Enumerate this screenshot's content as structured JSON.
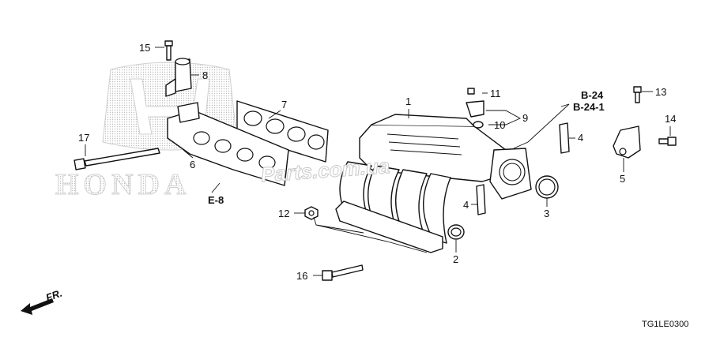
{
  "watermark": {
    "brand_text": "HONDA",
    "site_text": "Parts.com.ua"
  },
  "callouts": {
    "n1": "1",
    "n2": "2",
    "n3": "3",
    "n4a": "4",
    "n4b": "4",
    "n5": "5",
    "n6": "6",
    "n7": "7",
    "n8": "8",
    "n9": "9",
    "n10": "10",
    "n11": "11",
    "n12": "12",
    "n13": "13",
    "n14": "14",
    "n15": "15",
    "n16": "16",
    "n17": "17"
  },
  "references": {
    "b24": "B-24",
    "b241": "B-24-1",
    "e8": "E-8"
  },
  "direction": {
    "label": "FR."
  },
  "diagram_code": "TG1LE0300"
}
